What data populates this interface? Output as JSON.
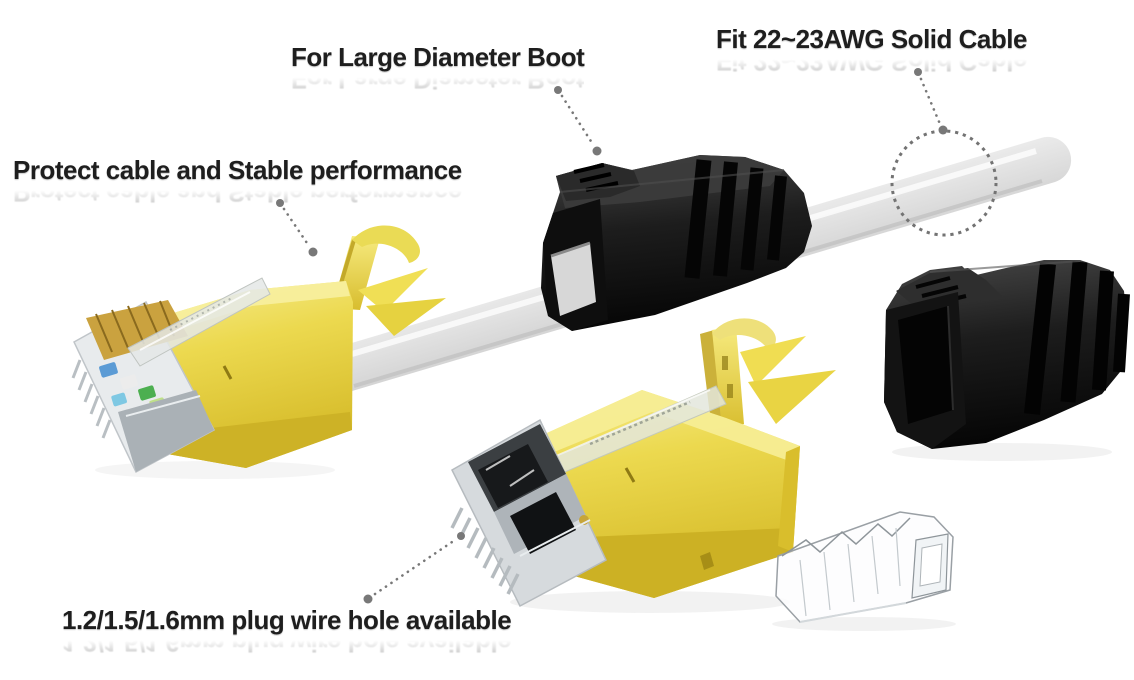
{
  "annotations": {
    "large_boot": {
      "text": "For Large Diameter Boot"
    },
    "solid_cable": {
      "text": "Fit 22~23AWG Solid Cable"
    },
    "protect": {
      "text": "Protect cable and Stable performance"
    },
    "wire_hole": {
      "text": "1.2/1.5/1.6mm plug wire hole available"
    }
  },
  "colors": {
    "background": "#ffffff",
    "label_text": "#1e1e1e",
    "leader_gray": "#787878",
    "highlight_circle_gray": "#737373",
    "connector_yellow": "#ecd94f",
    "connector_yellow_light": "#f6ee96",
    "connector_yellow_dark": "#ccb124",
    "boot_black": "#161616",
    "cable_white": "#f1f1f1",
    "metal_silver": "#aeb4b9",
    "contact_gold": "#c7a53a",
    "wire_blue": "#5b9bd5",
    "wire_green": "#4caf50"
  }
}
